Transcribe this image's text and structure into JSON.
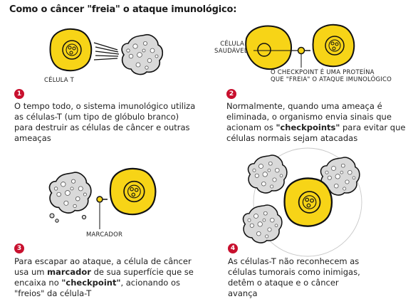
{
  "title": "Como o câncer \"freia\" o ataque imunológico:",
  "colors": {
    "cell_yellow": "#f7d417",
    "badge_red": "#c8102e",
    "cancer_gray": "#d9d9d9"
  },
  "panels": [
    {
      "number": "1",
      "labels": {
        "t_cell": "CÉLULA T"
      },
      "text": "O tempo todo, o sistema imunológico utiliza as células-T (um tipo de glóbulo branco) para destruir as células de câncer e outras ameaças"
    },
    {
      "number": "2",
      "labels": {
        "healthy_cell_line1": "CÉLULA",
        "healthy_cell_line2": "SAUDÁVEL",
        "checkpoint_line1": "O CHECKPOINT É UMA PROTEÍNA",
        "checkpoint_line2": "QUE \"FREIA\" O ATAQUE IMUNOLÓGICO"
      },
      "text_before": "Normalmente, quando uma ameaça é eliminada, o organismo envia sinais que acionam os ",
      "text_bold": "\"checkpoints\"",
      "text_after": " para evitar que células normais sejam atacadas"
    },
    {
      "number": "3",
      "labels": {
        "marker": "MARCADOR"
      },
      "text_1": "Para escapar ao ataque, a célula de câncer usa um ",
      "text_bold_1": "marcador",
      "text_2": " de sua superfície que se encaixa no ",
      "text_bold_2": "\"checkpoint\"",
      "text_3": ", acionando os \"freios\" da célula-T"
    },
    {
      "number": "4",
      "text": "As células-T não reconhecem as células tumorais como inimigas, detêm o ataque e o câncer avança"
    }
  ]
}
